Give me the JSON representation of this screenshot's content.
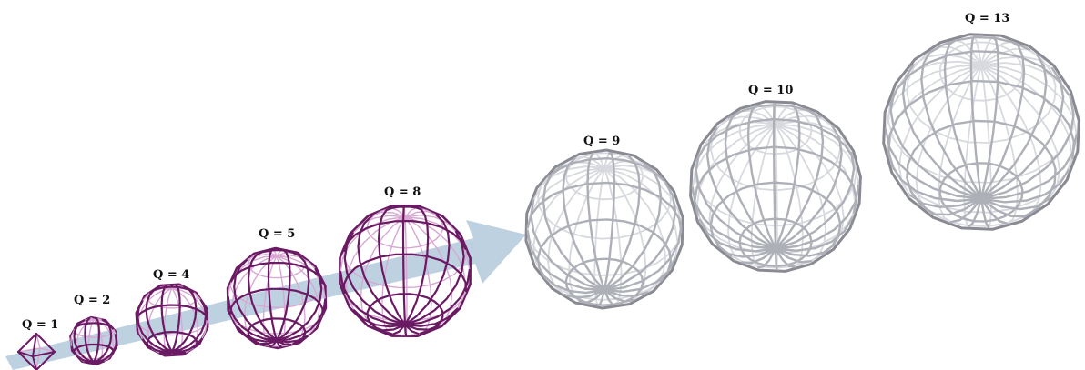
{
  "colors": {
    "arrow": "#b3c9dc",
    "purple_dark": "#6a1a63",
    "purple_mid": "#9b3a93",
    "purple_light": "#d7a8d2",
    "gray_dark": "#8a8a93",
    "gray_mid": "#aeb0b8",
    "gray_light": "#d7d9de"
  },
  "shapes": [
    {
      "label": "Q = 1",
      "style": "purple",
      "icon": "octahedron-wireframe-icon"
    },
    {
      "label": "Q = 2",
      "style": "purple",
      "icon": "cuboctahedron-wireframe-icon"
    },
    {
      "label": "Q = 4",
      "style": "purple",
      "icon": "rhombicuboctahedron-wireframe-icon"
    },
    {
      "label": "Q = 5",
      "style": "purple",
      "icon": "polyhedron-wireframe-icon"
    },
    {
      "label": "Q = 8",
      "style": "purple",
      "icon": "polyhedron-wireframe-icon"
    },
    {
      "label": "Q = 9",
      "style": "gray",
      "icon": "polyhedron-wireframe-icon"
    },
    {
      "label": "Q = 10",
      "style": "gray",
      "icon": "polyhedron-wireframe-icon"
    },
    {
      "label": "Q = 13",
      "style": "gray",
      "icon": "polyhedron-wireframe-icon"
    }
  ]
}
